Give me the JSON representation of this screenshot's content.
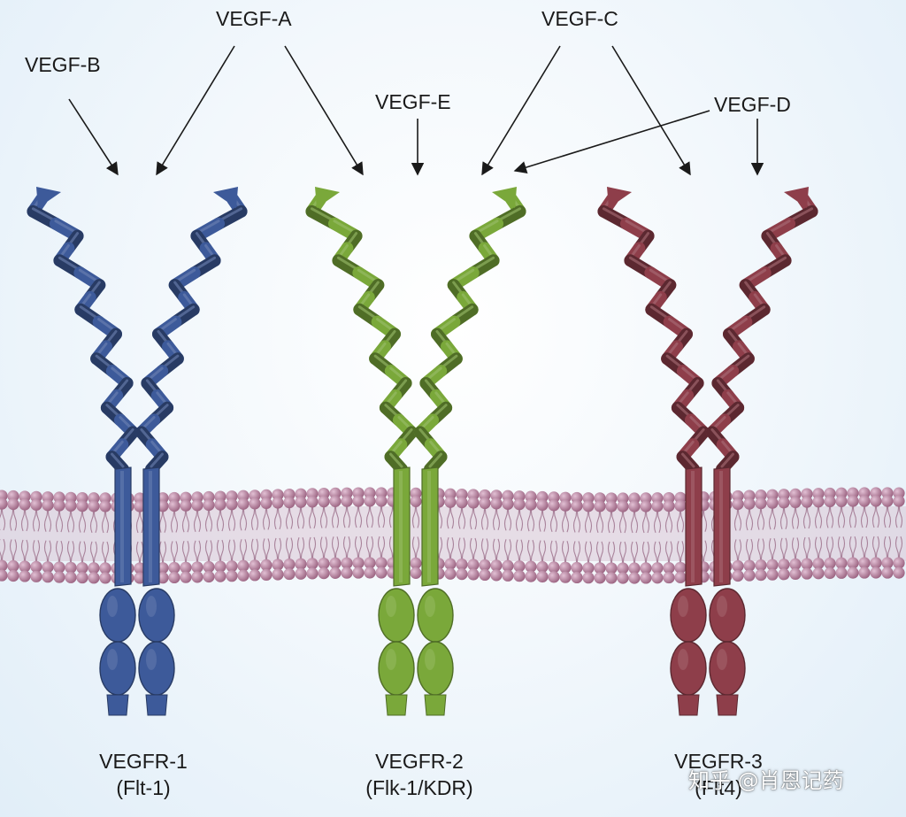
{
  "ligands": {
    "vegf_a": "VEGF-A",
    "vegf_b": "VEGF-B",
    "vegf_c": "VEGF-C",
    "vegf_d": "VEGF-D",
    "vegf_e": "VEGF-E"
  },
  "receptors": [
    {
      "name": "VEGFR-1",
      "alias": "(Flt-1)",
      "color": "#3d5a9a"
    },
    {
      "name": "VEGFR-2",
      "alias": "(Flk-1/KDR)",
      "color": "#7aa83a"
    },
    {
      "name": "VEGFR-3",
      "alias": "(Flt4)",
      "color": "#8e3e4a"
    }
  ],
  "membrane": {
    "color": "#a87290"
  },
  "watermark": "知乎 @肖恩记药"
}
